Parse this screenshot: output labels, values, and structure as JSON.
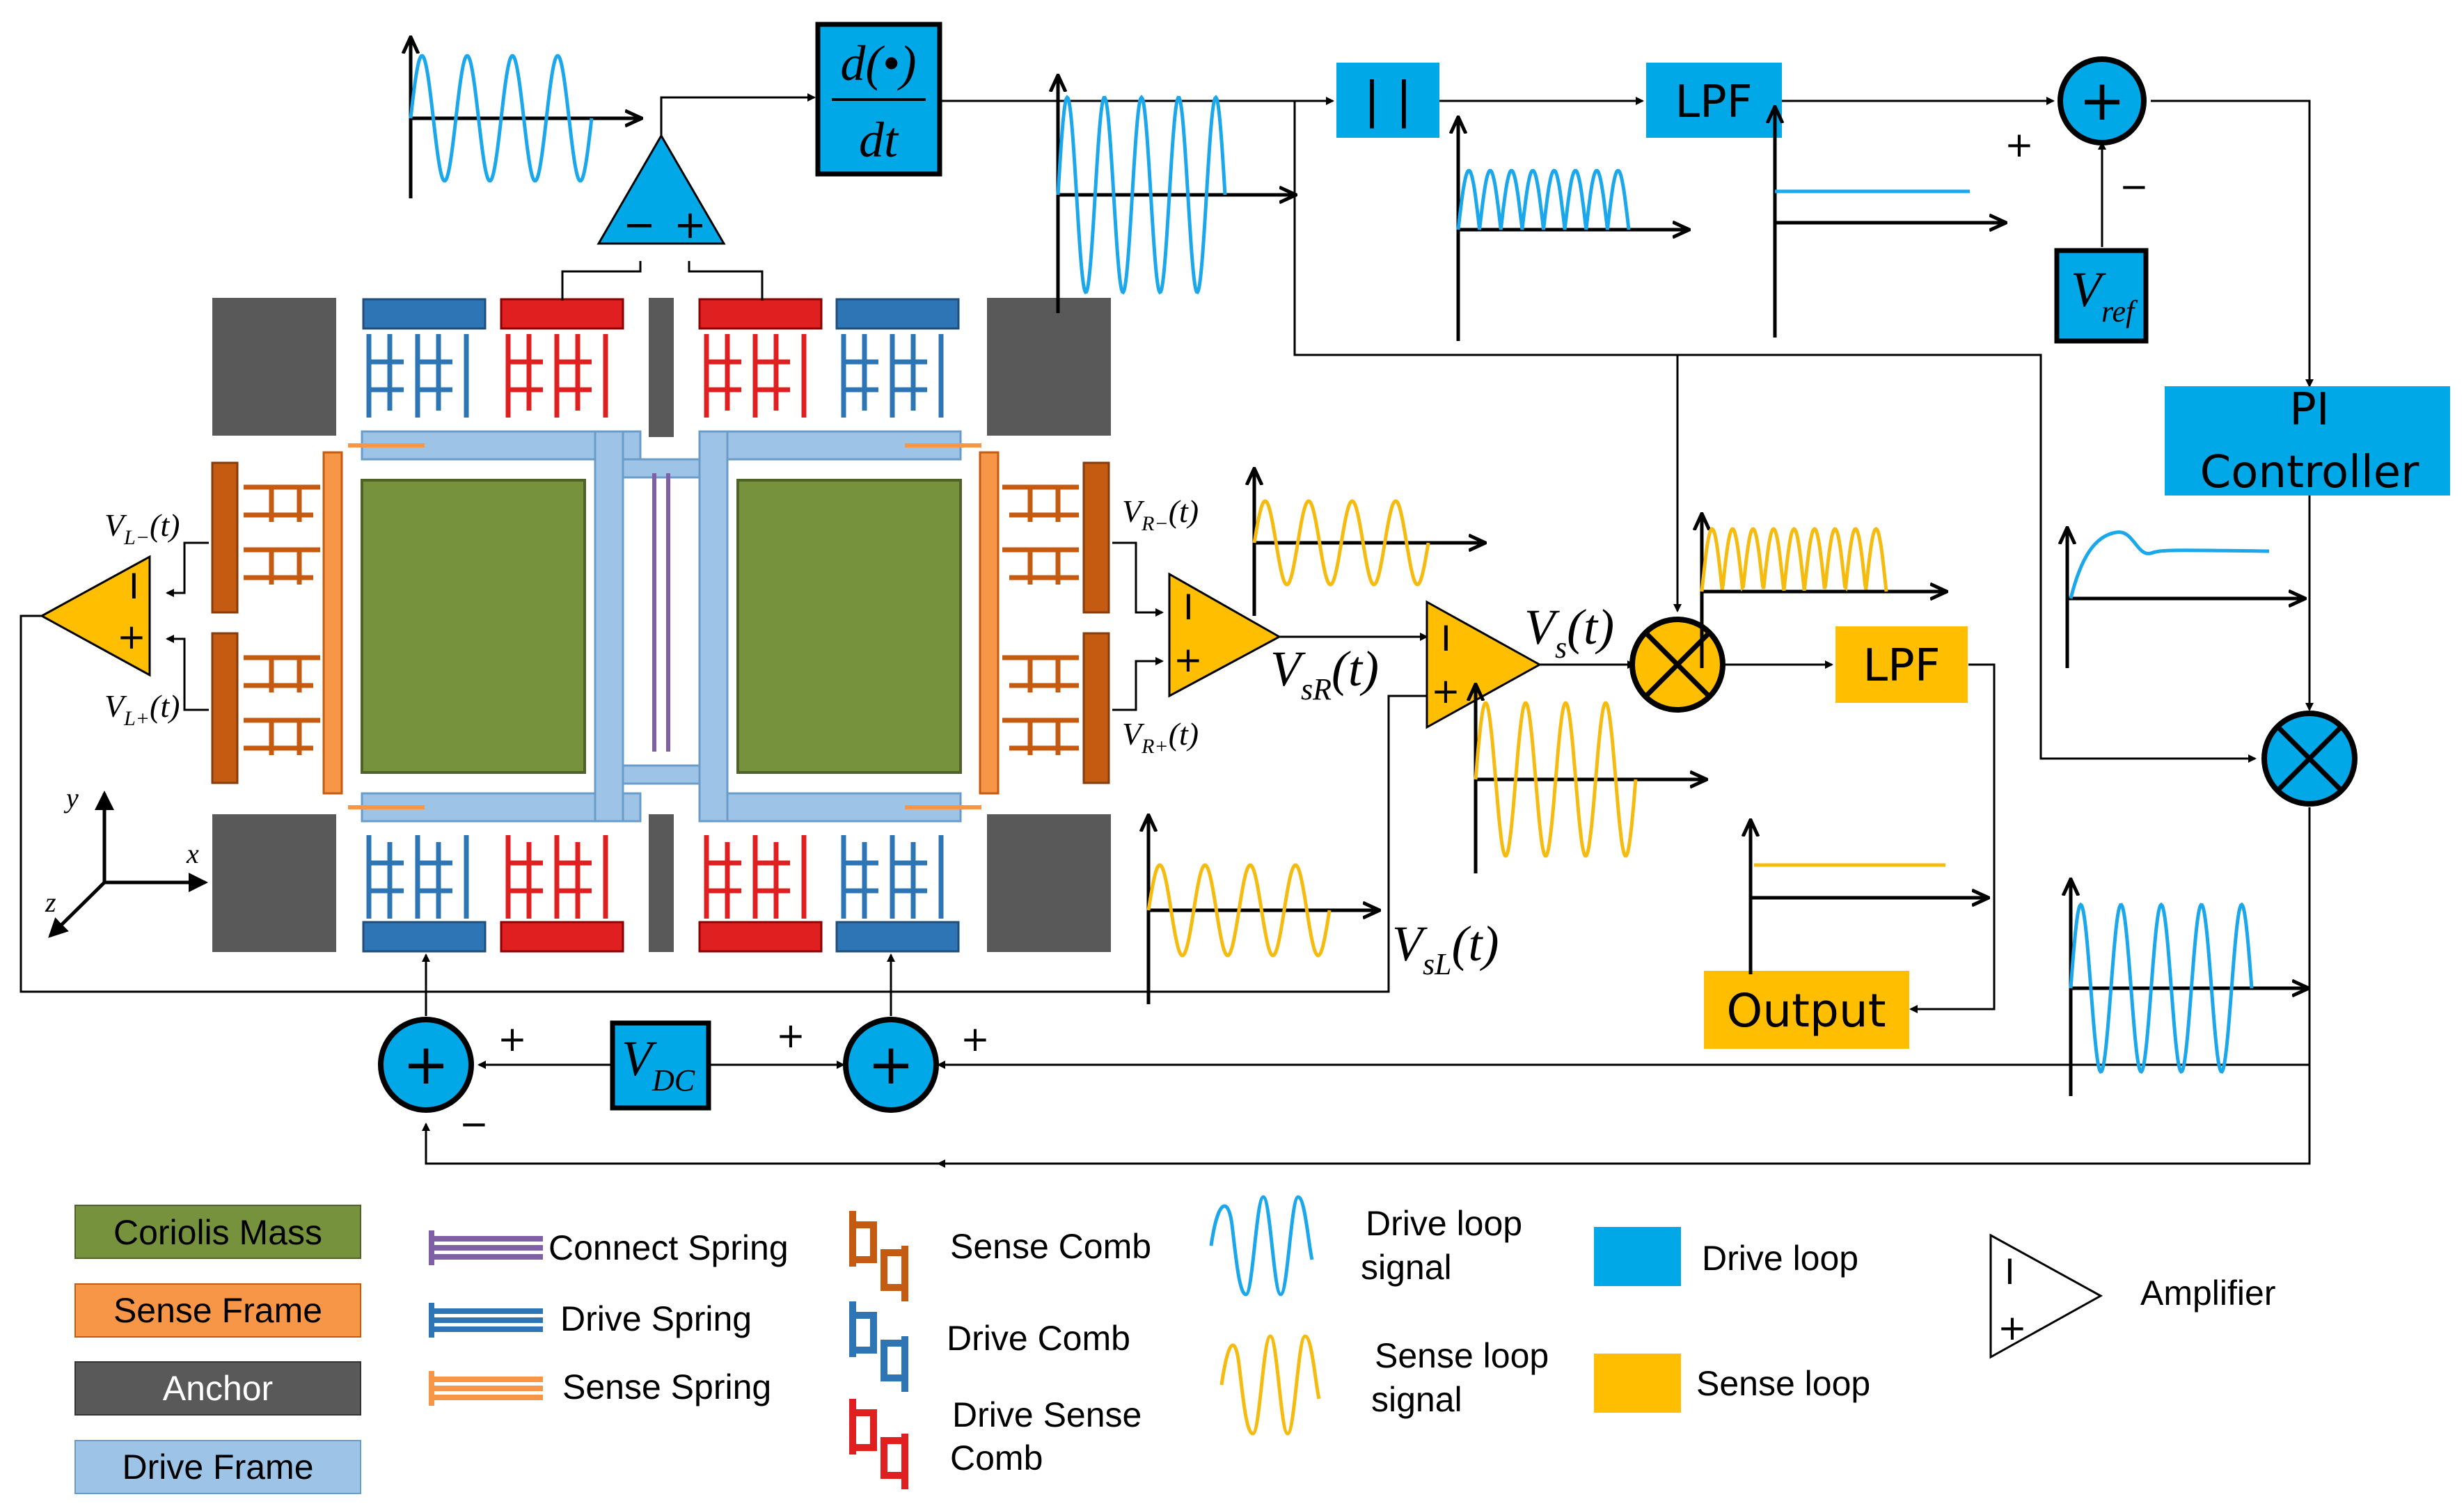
{
  "colors": {
    "drive_loop": "#00a8e8",
    "sense_loop": "#ffbf00",
    "coriolis_mass": "#76923c",
    "sense_frame": "#f79646",
    "anchor": "#595959",
    "drive_frame": "#9dc3e6",
    "sense_comb": "#c55a11",
    "drive_comb": "#2e75b6",
    "drive_sense_comb": "#e02020",
    "connect_spring": "#7f5fa5"
  },
  "blocks": {
    "diff": {
      "num": "d(•)",
      "den": "dt"
    },
    "abs": "| |",
    "lpf_drive": "LPF",
    "lpf_sense": "LPF",
    "pi_line1": "PI",
    "pi_line2": "Controller",
    "output": "Output",
    "vref_main": "V",
    "vref_sub": "ref",
    "vdc_main": "V",
    "vdc_sub": "DC"
  },
  "signs": {
    "plus": "+",
    "minus": "−",
    "amp_minus": "I",
    "amp_plus": "+"
  },
  "signal_labels": {
    "vl_minus": {
      "main": "V",
      "sub": "L−",
      "tail": "(t)"
    },
    "vl_plus": {
      "main": "V",
      "sub": "L+",
      "tail": "(t)"
    },
    "vr_minus": {
      "main": "V",
      "sub": "R−",
      "tail": "(t)"
    },
    "vr_plus": {
      "main": "V",
      "sub": "R+",
      "tail": "(t)"
    },
    "vsr": {
      "main": "V",
      "sub": "sR",
      "tail": "(t)"
    },
    "vsl": {
      "main": "V",
      "sub": "sL",
      "tail": "(t)"
    },
    "vs": {
      "main": "V",
      "sub": "s",
      "tail": "(t)"
    }
  },
  "axes_labels": {
    "x": "x",
    "y": "y",
    "z": "z"
  },
  "legend": {
    "boxes": [
      {
        "label": "Coriolis Mass",
        "color": "#76923c"
      },
      {
        "label": "Sense Frame",
        "color": "#f79646"
      },
      {
        "label": "Anchor",
        "color": "#595959"
      },
      {
        "label": "Drive Frame",
        "color": "#9dc3e6"
      }
    ],
    "springs": [
      {
        "label": "Connect Spring",
        "color": "#7f5fa5"
      },
      {
        "label": "Drive Spring",
        "color": "#2e75b6"
      },
      {
        "label": "Sense Spring",
        "color": "#f79646"
      }
    ],
    "combs": [
      {
        "label": "Sense Comb",
        "color": "#c55a11"
      },
      {
        "label": "Drive Comb",
        "color": "#2e75b6"
      },
      {
        "label_line1": "Drive Sense",
        "label_line2": "Comb",
        "color": "#e02020"
      }
    ],
    "signals": [
      {
        "label_line1": "Drive loop",
        "label_line2": "signal",
        "color": "#1aa7ec"
      },
      {
        "label_line1": "Sense loop",
        "label_line2": "signal",
        "color": "#f6bb0f"
      }
    ],
    "loops": [
      {
        "label": "Drive loop",
        "color": "#00a8e8"
      },
      {
        "label": "Sense loop",
        "color": "#ffbf00"
      }
    ],
    "amplifier": {
      "label": "Amplifier"
    }
  }
}
